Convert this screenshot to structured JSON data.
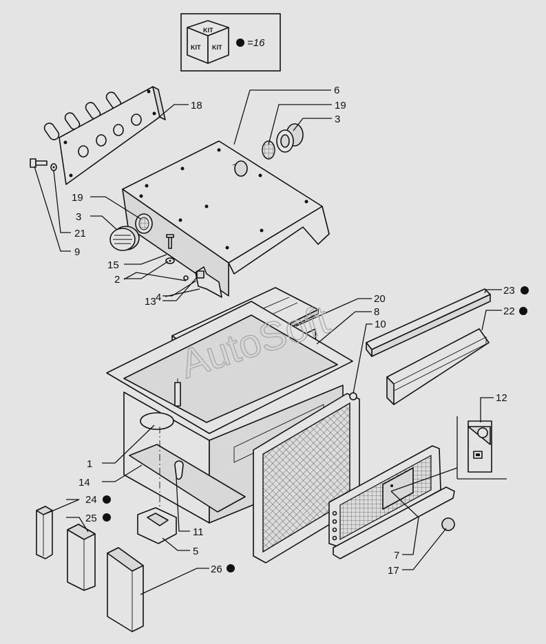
{
  "kit": {
    "face_text": [
      "KIT",
      "KIT",
      "KIT"
    ],
    "equation": "=16"
  },
  "watermark": "AutoSoft",
  "callouts": [
    {
      "id": "c18",
      "text": "18",
      "marked": false
    },
    {
      "id": "c6",
      "text": "6",
      "marked": false
    },
    {
      "id": "c19a",
      "text": "19",
      "marked": false
    },
    {
      "id": "c3a",
      "text": "3",
      "marked": false
    },
    {
      "id": "c19b",
      "text": "19",
      "marked": false
    },
    {
      "id": "c3b",
      "text": "3",
      "marked": false
    },
    {
      "id": "c21",
      "text": "21",
      "marked": false
    },
    {
      "id": "c9",
      "text": "9",
      "marked": false
    },
    {
      "id": "c15",
      "text": "15",
      "marked": false
    },
    {
      "id": "c2",
      "text": "2",
      "marked": false
    },
    {
      "id": "c13",
      "text": "13",
      "marked": false
    },
    {
      "id": "c4",
      "text": "4",
      "marked": false
    },
    {
      "id": "c20",
      "text": "20",
      "marked": false
    },
    {
      "id": "c8",
      "text": "8",
      "marked": false
    },
    {
      "id": "c10",
      "text": "10",
      "marked": false
    },
    {
      "id": "c23",
      "text": "23",
      "marked": true
    },
    {
      "id": "c22",
      "text": "22",
      "marked": true
    },
    {
      "id": "c12",
      "text": "12",
      "marked": false
    },
    {
      "id": "c1",
      "text": "1",
      "marked": false
    },
    {
      "id": "c14",
      "text": "14",
      "marked": false
    },
    {
      "id": "c24",
      "text": "24",
      "marked": true
    },
    {
      "id": "c25",
      "text": "25",
      "marked": true
    },
    {
      "id": "c11",
      "text": "11",
      "marked": false
    },
    {
      "id": "c5",
      "text": "5",
      "marked": false
    },
    {
      "id": "c26",
      "text": "26",
      "marked": true
    },
    {
      "id": "c7",
      "text": "7",
      "marked": false
    },
    {
      "id": "c17",
      "text": "17",
      "marked": false
    }
  ]
}
